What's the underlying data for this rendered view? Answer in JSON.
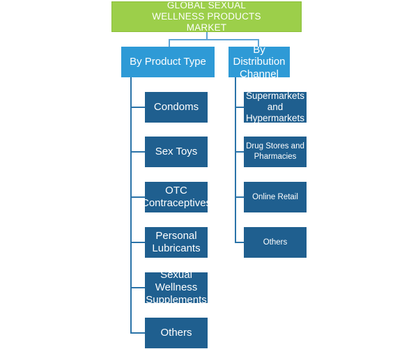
{
  "diagram": {
    "root": {
      "title": "GLOBAL SEXUAL WELLNESS PRODUCTS MARKET"
    },
    "branches": [
      {
        "label": "By Product Type",
        "children": [
          "Condoms",
          "Sex Toys",
          "OTC Contraceptives",
          "Personal Lubricants",
          "Sexual Wellness Supplements",
          "Others"
        ]
      },
      {
        "label": "By Distribution Channel",
        "children": [
          "Supermarkets and Hypermarkets",
          "Drug Stores and Pharmacies",
          "Online Retail",
          "Others"
        ]
      }
    ]
  }
}
